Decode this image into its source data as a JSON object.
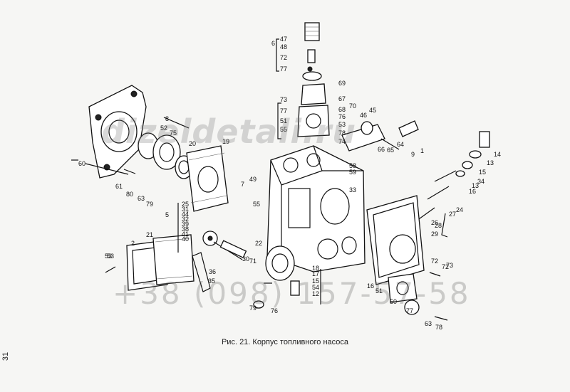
{
  "caption": "Рис. 21. Корпус топливного насоса",
  "page_number": "31",
  "watermarks": {
    "site": "dizeldetali.ru",
    "phone": "+38 (098) 157-57-58"
  },
  "part_labels": [
    "47",
    "48",
    "6",
    "72",
    "77",
    "69",
    "67",
    "73",
    "68",
    "70",
    "77",
    "76",
    "45",
    "51",
    "53",
    "46",
    "55",
    "78",
    "66",
    "8",
    "52",
    "75",
    "74",
    "65",
    "64",
    "60",
    "20",
    "19",
    "53",
    "72",
    "9",
    "1",
    "14",
    "13",
    "15",
    "61",
    "80",
    "63",
    "79",
    "49",
    "7",
    "58",
    "59",
    "33",
    "34",
    "13",
    "16",
    "24",
    "27",
    "26",
    "25",
    "31",
    "44",
    "32",
    "39",
    "38",
    "41",
    "40",
    "28",
    "5",
    "55",
    "29",
    "21",
    "2",
    "53",
    "36",
    "35",
    "30",
    "71",
    "22",
    "18",
    "17",
    "15",
    "54",
    "12",
    "16",
    "51",
    "50",
    "77",
    "72",
    "73",
    "63",
    "79",
    "76",
    "78"
  ],
  "colors": {
    "ink": "#111111",
    "paper": "#f6f6f4",
    "watermark": "#8a8a8a"
  }
}
